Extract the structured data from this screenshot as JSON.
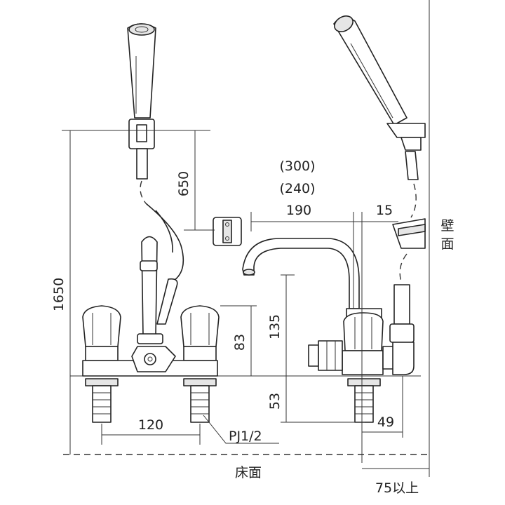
{
  "dimensions": {
    "total_height": "1650",
    "hose_hook": "650",
    "spout_reach_300": "(300)",
    "spout_reach_240": "(240)",
    "spout_reach": "190",
    "wall_offset": "15",
    "spout_height": "135",
    "handle_height": "83",
    "base_to_deck": "53",
    "pipe_pitch": "120",
    "right_offset": "49",
    "wall_clearance": "75以上"
  },
  "labels": {
    "thread": "PJ1/2",
    "floor": "床面",
    "wall_line1": "壁",
    "wall_line2": "面"
  }
}
